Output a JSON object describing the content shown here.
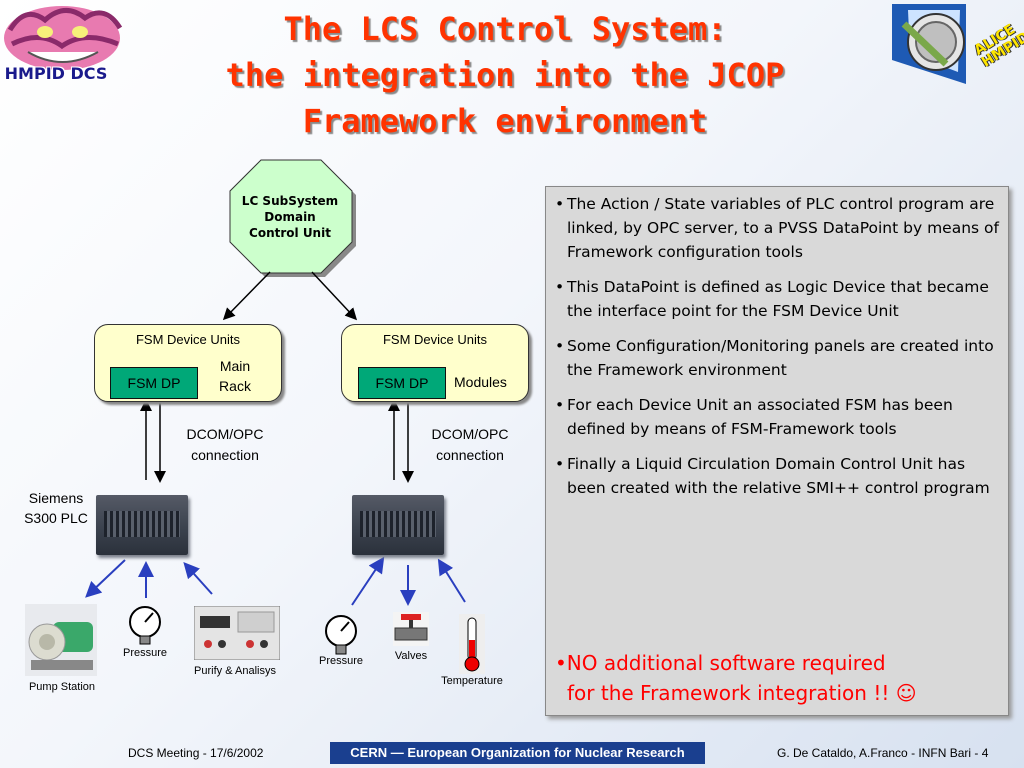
{
  "header": {
    "title_lines": [
      "The LCS Control System:",
      "the integration into the JCOP",
      "Framework environment"
    ],
    "left_logo_label": "HMPID DCS",
    "right_logo_lines": [
      "ALICE",
      "HMPID"
    ]
  },
  "diagram": {
    "top_unit": [
      "LC SubSystem",
      "Domain",
      "Control Unit"
    ],
    "left_fsm": {
      "title": "FSM Device Units",
      "dp": "FSM DP",
      "label_lines": [
        "Main",
        "Rack"
      ]
    },
    "right_fsm": {
      "title": "FSM Device Units",
      "dp": "FSM DP",
      "label": "Modules"
    },
    "left_connection": [
      "DCOM/OPC",
      "connection"
    ],
    "right_connection": [
      "DCOM/OPC",
      "connection"
    ],
    "plc_label": [
      "Siemens",
      "S300 PLC"
    ],
    "left_devices": [
      "Pump Station",
      "Pressure",
      "Purify & Analisys"
    ],
    "right_devices": [
      "Pressure",
      "Valves",
      "Temperature"
    ]
  },
  "bullets": [
    "The Action / State variables of PLC control program are linked, by OPC server, to a PVSS DataPoint by means of Framework configuration tools",
    "This DataPoint is defined as Logic Device that became the interface point for the FSM Device Unit",
    "Some Configuration/Monitoring panels are created into the Framework environment",
    "For each Device Unit an associated FSM has been defined by means of FSM-Framework tools",
    "Finally a Liquid Circulation Domain Control Unit has been created with the relative SMI++ control program"
  ],
  "highlight": {
    "lines": [
      "•NO additional software required",
      "for the Framework integration !! ☺"
    ]
  },
  "footer": {
    "left": "DCS Meeting - 17/6/2002",
    "center": "CERN — European Organization for Nuclear Research",
    "right": "G. De Cataldo, A.Franco -  INFN Bari - 4"
  },
  "colors": {
    "title": "#ff3300",
    "dp_green": "#00a878",
    "fsm_box": "#ffffcc",
    "highlight": "#ff0000",
    "arrow_blue": "#2a3fbf"
  }
}
